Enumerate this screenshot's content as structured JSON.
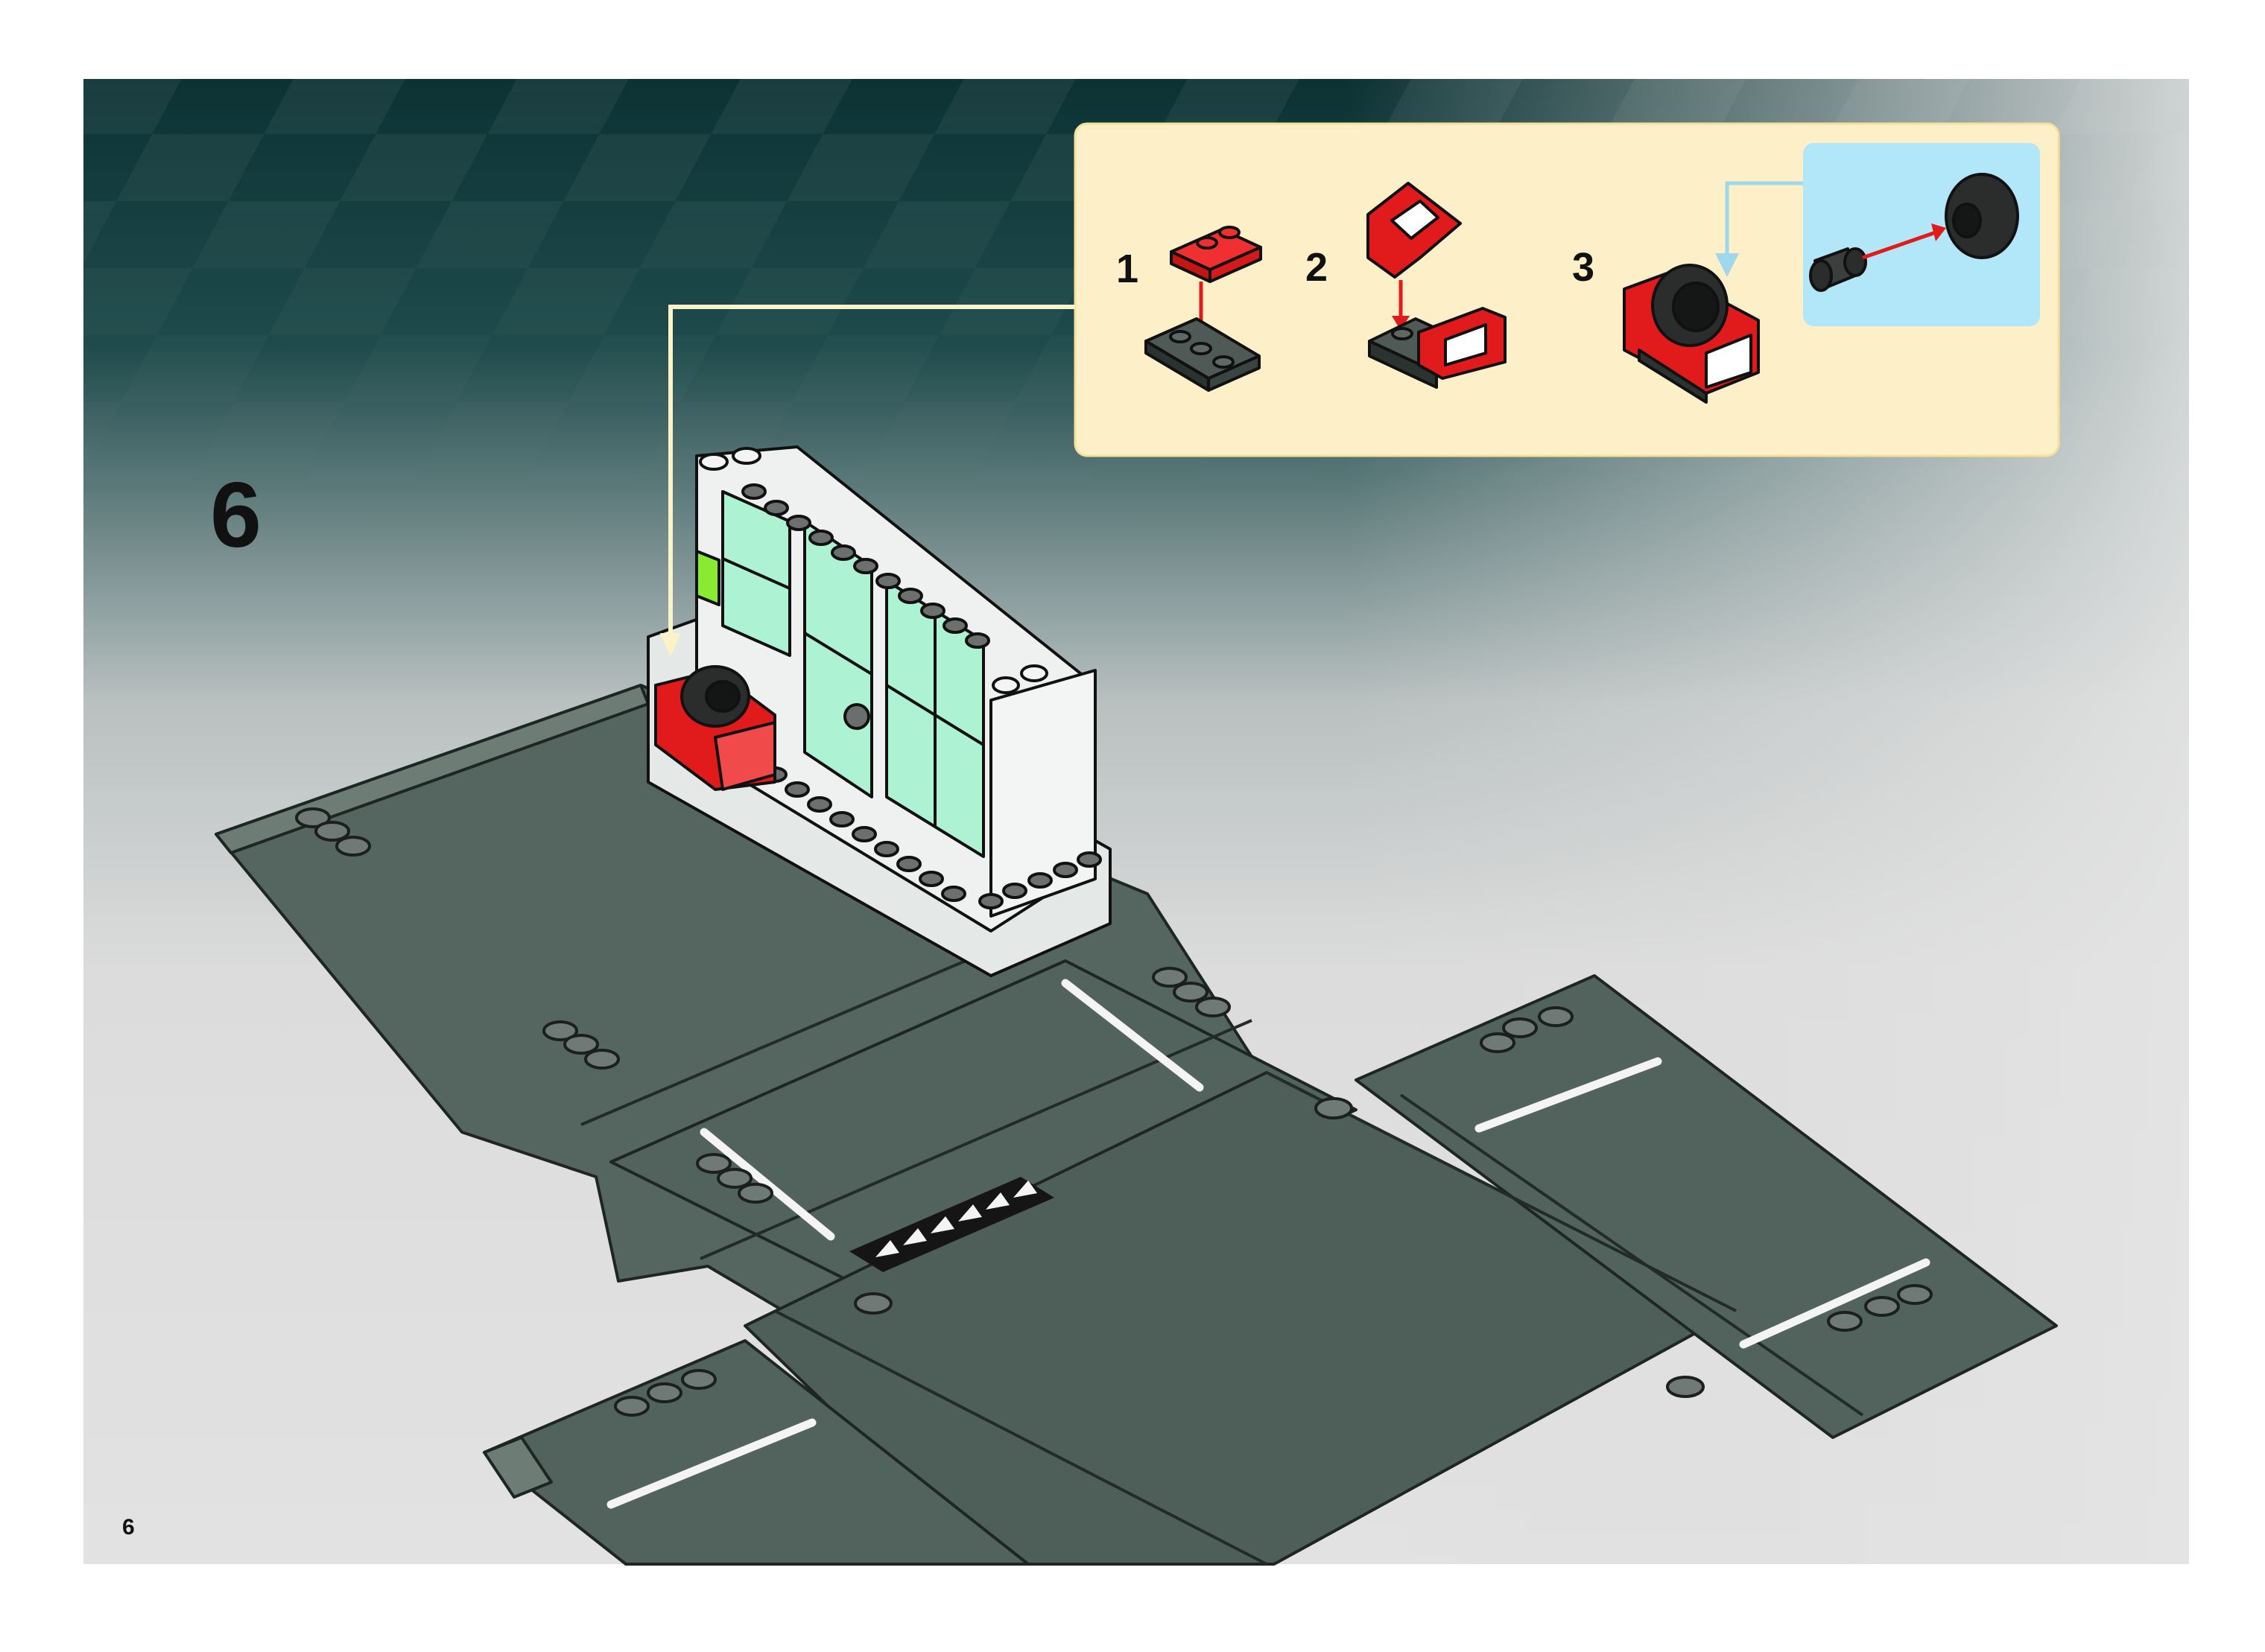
{
  "page": {
    "step_number": "6",
    "page_number": "6"
  },
  "callout": {
    "substeps": [
      "1",
      "2",
      "3"
    ]
  },
  "colors": {
    "background_dark": "#0f3a3c",
    "background_light": "#dcdcdc",
    "callout_bg": "#fdf0c8",
    "inset_bg": "#b1e7f8",
    "baseplate": "#556660",
    "brick_red": "#e11b1b",
    "window_green": "#aef2d4",
    "lime_stripe": "#8aea32",
    "arrow_red": "#e11b1b",
    "arrow_blue": "#9ed8ea"
  },
  "icons": [
    "red-plate-icon",
    "dark-plate-icon",
    "red-seat-icon",
    "wheel-icon",
    "axle-icon",
    "red-arrow-icon",
    "blue-arrow-icon"
  ]
}
